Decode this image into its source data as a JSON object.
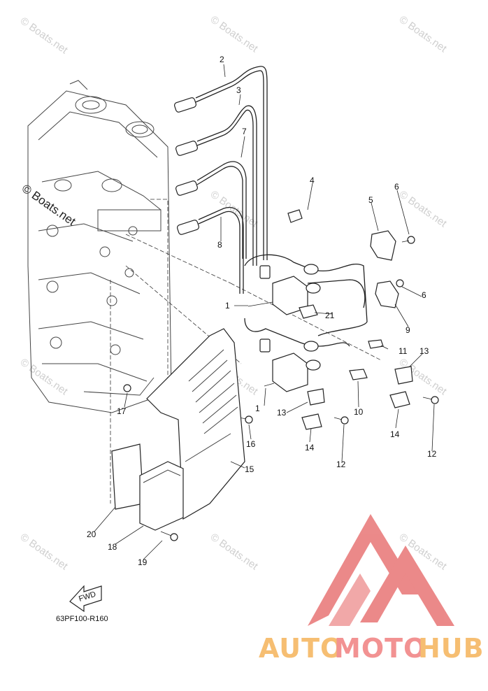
{
  "diagram_code": "63PF100-R160",
  "fwd_label": "FWD",
  "watermark": "© Boats.net",
  "brand": {
    "part1": "AUTO",
    "part2": "MOTO",
    "part3": "HUB",
    "color_a": "#f5a623",
    "color_b": "#e85a5a"
  },
  "callouts": [
    {
      "id": "c2",
      "text": "2"
    },
    {
      "id": "c3",
      "text": "3"
    },
    {
      "id": "c7",
      "text": "7"
    },
    {
      "id": "c8",
      "text": "8"
    },
    {
      "id": "c4",
      "text": "4"
    },
    {
      "id": "c5",
      "text": "5"
    },
    {
      "id": "c6a",
      "text": "6"
    },
    {
      "id": "c6b",
      "text": "6"
    },
    {
      "id": "c9",
      "text": "9"
    },
    {
      "id": "c1a",
      "text": "1"
    },
    {
      "id": "c21",
      "text": "21"
    },
    {
      "id": "c11",
      "text": "11"
    },
    {
      "id": "c13a",
      "text": "13"
    },
    {
      "id": "c1b",
      "text": "1"
    },
    {
      "id": "c13b",
      "text": "13"
    },
    {
      "id": "c10",
      "text": "10"
    },
    {
      "id": "c14a",
      "text": "14"
    },
    {
      "id": "c14b",
      "text": "14"
    },
    {
      "id": "c12a",
      "text": "12"
    },
    {
      "id": "c12b",
      "text": "12"
    },
    {
      "id": "c17",
      "text": "17"
    },
    {
      "id": "c16",
      "text": "16"
    },
    {
      "id": "c15",
      "text": "15"
    },
    {
      "id": "c20",
      "text": "20"
    },
    {
      "id": "c18",
      "text": "18"
    },
    {
      "id": "c19",
      "text": "19"
    }
  ]
}
